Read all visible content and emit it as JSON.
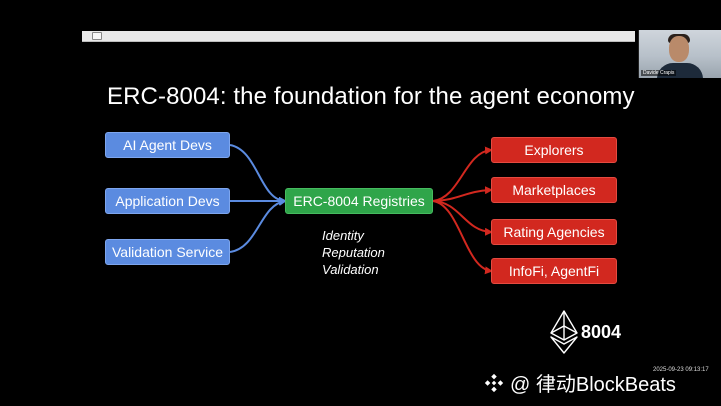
{
  "slide": {
    "title": "ERC-8004: the foundation for the agent economy",
    "inputs": [
      "AI Agent Devs",
      "Application Devs",
      "Validation Service"
    ],
    "hub": "ERC-8004 Registries",
    "hub_subitems": [
      "Identity",
      "Reputation",
      "Validation"
    ],
    "outputs": [
      "Explorers",
      "Marketplaces",
      "Rating Agencies",
      "InfoFi, AgentFi"
    ],
    "logo_text": "8004"
  },
  "webcam": {
    "name": "Davide Crapis"
  },
  "overlay": {
    "timestamp": "2025-09-23 09:13:17",
    "watermark": "@ 律动BlockBeats"
  },
  "colors": {
    "input_box": "#5b8be0",
    "hub_box": "#2fa54a",
    "output_box": "#d2281f",
    "blue_arrow": "#5b8be0",
    "red_arrow": "#d2281f"
  },
  "icons": [
    "window-icon",
    "ethereum-logo-icon",
    "binance-logo-icon"
  ]
}
